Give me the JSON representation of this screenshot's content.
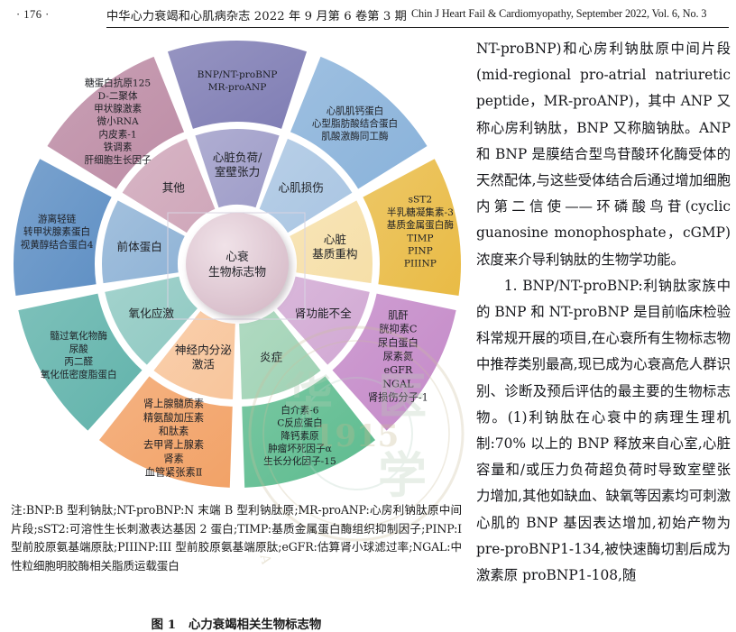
{
  "runhead": {
    "page_number": "· 176 ·",
    "journal_cn": "中华心力衰竭和心肌病杂志 2022 年 9 月第 6 卷第 3 期",
    "journal_en": "Chin J Heart Fail & Cardiomyopathy, September 2022, Vol. 6, No. 3"
  },
  "figure": {
    "center": {
      "line1": "心衰",
      "line2": "生物标志物"
    },
    "caption_number": "图 1",
    "caption_text": "心力衰竭相关生物标志物",
    "note": "注:BNP:B 型利钠肽;NT-proBNP:N 末端 B 型利钠肽原;MR-proANP:心房利钠肽原中间片段;sST2:可溶性生长刺激表达基因 2 蛋白;TIMP:基质金属蛋白酶组织抑制因子;PINP:I 型前胶原氨基端原肽;PIIINP:III 型前胶原氨基端原肽;eGFR:估算肾小球滤过率;NGAL:中性粒细胞明胶酶相关脂质运载蛋白",
    "sectors": [
      {
        "id": "cardiac-load",
        "inner_label": [
          "心脏负荷/",
          "室壁张力"
        ],
        "outer_label": [
          "BNP/NT-proBNP",
          "MR-proANP"
        ],
        "inner_color": "#9e9cc8",
        "outer_color": "#7f7db4"
      },
      {
        "id": "myocardial-injury",
        "inner_label": [
          "心肌损伤"
        ],
        "outer_label": [
          "心肌肌钙蛋白",
          "心型脂肪酸结合蛋白",
          "肌酸激酶同工酶"
        ],
        "inner_color": "#a9c5e2",
        "outer_color": "#89b2da"
      },
      {
        "id": "matrix-remodeling",
        "inner_label": [
          "心脏",
          "基质重构"
        ],
        "outer_label": [
          "sST2",
          "半乳糖凝集素-3",
          "基质金属蛋白酶",
          "TIMP",
          "PINP",
          "PIIINP"
        ],
        "inner_color": "#f6dfa8",
        "outer_color": "#e9bb45"
      },
      {
        "id": "renal-insufficiency",
        "inner_label": [
          "肾功能不全"
        ],
        "outer_label": [
          "肌酐",
          "胱抑素C",
          "尿白蛋白",
          "尿素氮",
          "eGFR",
          "NGAL",
          "肾损伤分子-1"
        ],
        "inner_color": "#d1a8d3",
        "outer_color": "#c489c8"
      },
      {
        "id": "inflammation",
        "inner_label": [
          "炎症"
        ],
        "outer_label": [
          "白介素-6",
          "C反应蛋白",
          "降钙素原",
          "肿瘤坏死因子α",
          "生长分化因子-15"
        ],
        "inner_color": "#9fd2b4",
        "outer_color": "#5cbb8e"
      },
      {
        "id": "neuroendocrine-activation",
        "inner_label": [
          "神经内分泌",
          "激活"
        ],
        "outer_label": [
          "肾上腺髓质素",
          "精氨酸加压素",
          "和肽素",
          "去甲肾上腺素",
          "肾素",
          "血管紧张素Ⅱ"
        ],
        "inner_color": "#f8c59b",
        "outer_color": "#f2a267"
      },
      {
        "id": "oxidative-stress",
        "inner_label": [
          "氧化应激"
        ],
        "outer_label": [
          "髓过氧化物酶",
          "尿酸",
          "丙二醛",
          "氧化低密度脂蛋白"
        ],
        "inner_color": "#8fc9c2",
        "outer_color": "#61b3ab"
      },
      {
        "id": "precursor-protein",
        "inner_label": [
          "前体蛋白"
        ],
        "outer_label": [
          "游离轻链",
          "转甲状腺素蛋白",
          "视黄醇结合蛋白4"
        ],
        "inner_color": "#8fb3d6",
        "outer_color": "#5e8fc4"
      },
      {
        "id": "others",
        "inner_label": [
          "其他"
        ],
        "outer_label": [
          "糖蛋白抗原125",
          "D-二聚体",
          "甲状腺激素",
          "微小RNA",
          "内皮素-1",
          "铁调素",
          "肝细胞生长因子"
        ],
        "inner_color": "#cfa6b9",
        "outer_color": "#bd8ca5"
      }
    ]
  },
  "body_text": {
    "paragraph_1": "NT-proBNP)和心房利钠肽原中间片段(mid-regional pro-atrial natriuretic peptide，MR-proANP)，其中 ANP 又称心房利钠肽，BNP 又称脑钠肽。ANP 和 BNP 是膜结合型鸟苷酸环化酶受体的天然配体,与这些受体结合后通过增加细胞内第二信使——环磷酸鸟苷(cyclic guanosine monophosphate，cGMP)浓度来介导利钠肽的生物学功能。",
    "paragraph_2": "1. BNP/NT-proBNP:利钠肽家族中的 BNP 和 NT-proBNP 是目前临床检验科常规开展的项目,在心衰所有生物标志物中推荐类别最高,现已成为心衰高危人群识别、诊断及预后评估的最主要的生物标志物。(1)利钠肽在心衰中的病理生理机制:70% 以上的 BNP 释放来自心室,心脏容量和/或压力负荷超负荷时导致室壁张力增加,其他如缺血、缺氧等因素均可刺激心肌的 BNP 基因表达增加,初始产物为 pre-proBNP1-134,被快速酶切割后成为激素原 proBNP1-108,随"
  }
}
